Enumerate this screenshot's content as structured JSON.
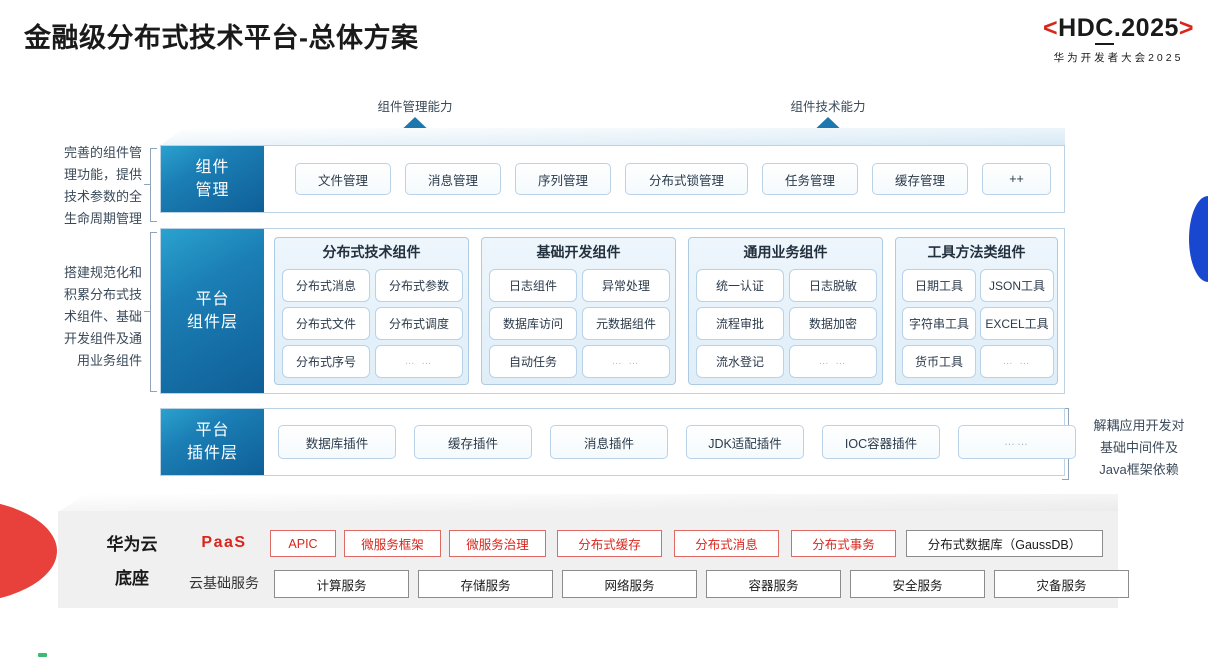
{
  "header": {
    "title": "金融级分布式技术平台-总体方案",
    "logo_prefix": "<",
    "logo_h": "H",
    "logo_d": "D",
    "logo_c": "C",
    "logo_rest": ".2025",
    "logo_suffix": ">",
    "logo_subtitle": "华为开发者大会2025"
  },
  "capabilities": [
    {
      "label": "组件管理能力"
    },
    {
      "label": "组件技术能力"
    }
  ],
  "annotations": {
    "left": [
      "完善的组件管理功能，提供技术参数的全生命周期管理",
      "搭建规范化和积累分布式技术组件、基础开发组件及通用业务组件"
    ],
    "left_lines": [
      [
        "完善的组件管",
        "理功能，提供",
        "技术参数的全",
        "生命周期管理"
      ],
      [
        "搭建规范化和",
        "积累分布式技",
        "术组件、基础",
        "开发组件及通",
        "用业务组件"
      ]
    ],
    "right_lines": [
      [
        "解耦应用开发对",
        "基础中间件及",
        "Java框架依赖"
      ]
    ]
  },
  "layers": [
    {
      "id": "component-management",
      "label_lines": [
        "组件",
        "管理"
      ],
      "chips": [
        "文件管理",
        "消息管理",
        "序列管理",
        "分布式锁管理",
        "任务管理",
        "缓存管理",
        "++"
      ]
    },
    {
      "id": "platform-component",
      "label_lines": [
        "平台",
        "组件层"
      ],
      "groups": [
        {
          "title": "分布式技术组件",
          "items": [
            "分布式消息",
            "分布式参数",
            "分布式文件",
            "分布式调度",
            "分布式序号",
            "… …"
          ]
        },
        {
          "title": "基础开发组件",
          "items": [
            "日志组件",
            "异常处理",
            "数据库访问",
            "元数据组件",
            "自动任务",
            "… …"
          ]
        },
        {
          "title": "通用业务组件",
          "items": [
            "统一认证",
            "日志脱敏",
            "流程审批",
            "数据加密",
            "流水登记",
            "… …"
          ]
        },
        {
          "title": "工具方法类组件",
          "items": [
            "日期工具",
            "JSON工具",
            "字符串工具",
            "EXCEL工具",
            "货币工具",
            "… …"
          ]
        }
      ]
    },
    {
      "id": "platform-plugin",
      "label_lines": [
        "平台",
        "插件层"
      ],
      "chips": [
        "数据库插件",
        "缓存插件",
        "消息插件",
        "JDK适配插件",
        "IOC容器插件",
        "……"
      ]
    }
  ],
  "cloud_base": {
    "title_lines": [
      "华为云",
      "底座"
    ],
    "rows": [
      {
        "label": "PaaS",
        "style": "paas",
        "items": [
          {
            "text": "APIC",
            "style": "red"
          },
          {
            "text": "微服务框架",
            "style": "red"
          },
          {
            "text": "微服务治理",
            "style": "red"
          },
          {
            "text": "分布式缓存",
            "style": "red"
          },
          {
            "text": "分布式消息",
            "style": "red"
          },
          {
            "text": "分布式事务",
            "style": "red"
          },
          {
            "text": "分布式数据库（GaussDB）",
            "style": "neutral"
          }
        ]
      },
      {
        "label": "云基础服务",
        "style": "plain",
        "items": [
          {
            "text": "计算服务",
            "style": "gray"
          },
          {
            "text": "存储服务",
            "style": "gray"
          },
          {
            "text": "网络服务",
            "style": "gray"
          },
          {
            "text": "容器服务",
            "style": "gray"
          },
          {
            "text": "安全服务",
            "style": "gray"
          },
          {
            "text": "灾备服务",
            "style": "gray"
          }
        ]
      }
    ]
  },
  "colors": {
    "accent_red": "#d9261c",
    "accent_blue": "#1b7fb5",
    "deep_blue": "#0f5f97",
    "panel_border": "#bcd3e6",
    "base_bg": "#f0f0f0",
    "blue_lens": "#1a47cf",
    "red_wedge": "#e8413c"
  }
}
